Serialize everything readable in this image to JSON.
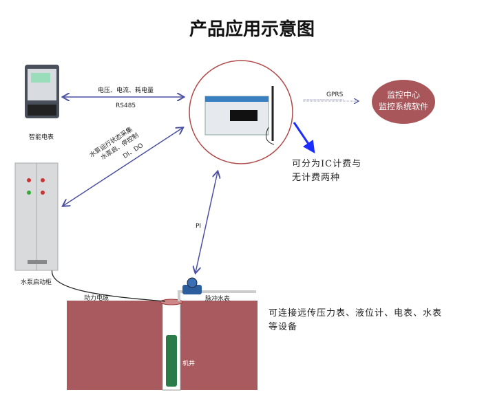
{
  "title": "产品应用示意图",
  "devices": {
    "smart_meter": "智能电表",
    "pump_cabinet": "水泵启动柜",
    "water_meter": "脉冲水表",
    "well": "机井",
    "power_cable": "动力电缆"
  },
  "links": {
    "rs485_top": "电压、电流、耗电量",
    "rs485_bottom": "RS485",
    "dido_line1": "水泵运行状态采集",
    "dido_line2": "水泵启、停控制",
    "dido_line3": "DI、DO",
    "pi": "PI",
    "gprs": "GPRS",
    "gprs_bits": "1010010100101001010010100101001"
  },
  "monitor_center": {
    "line1": "监控中心",
    "line2": "监控系统软件"
  },
  "notes": {
    "ic_line1": "可分为IC计费与",
    "ic_line2": "无计费两种",
    "connect_line1": "可连接远传压力表、液位计、电表、水表",
    "connect_line2": "等设备"
  },
  "colors": {
    "ground": "#a85a5e",
    "arrow": "#4a4fa0",
    "circle": "#b04848",
    "center": "#a8565a"
  }
}
